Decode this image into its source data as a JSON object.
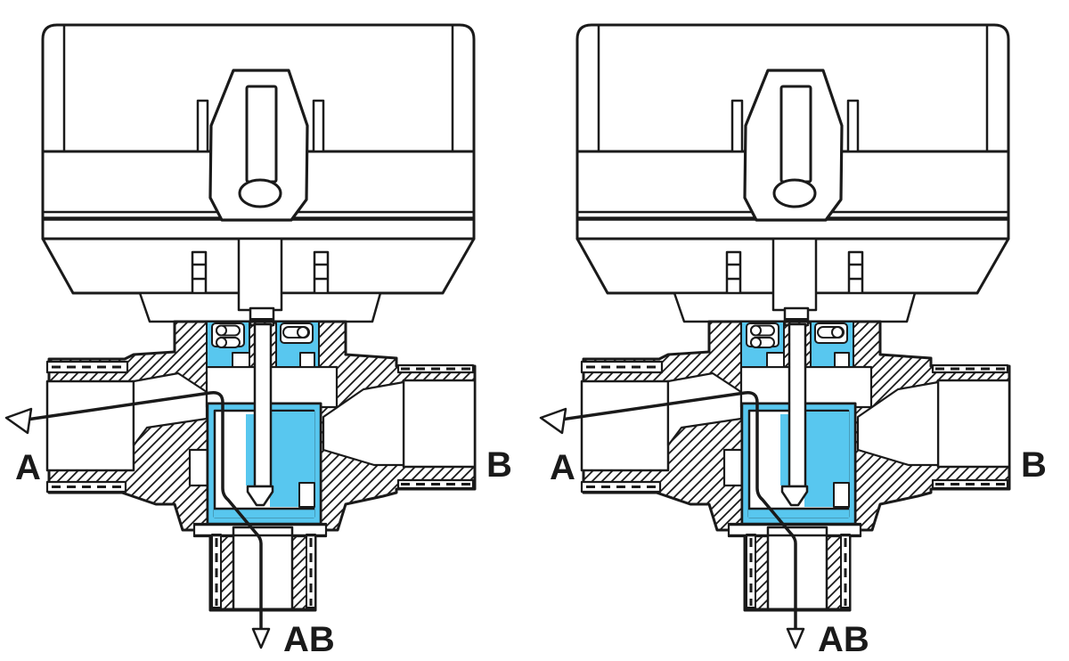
{
  "diagram": {
    "description": "Sectional technical drawing of a motorized three-way zone valve with actuator head, shown as two identical side-by-side views",
    "style": {
      "line_color": "#1a1a1a",
      "highlight_color": "#58c7ef",
      "background": "#ffffff",
      "hatch": "45-degree section hatching"
    },
    "valves": [
      {
        "name": "left-valve",
        "labels": {
          "left_port": "A",
          "right_port": "B",
          "bottom_port": "AB"
        },
        "flow": "Arrows indicate flow path from port A through valve seat out bottom port AB"
      },
      {
        "name": "right-valve",
        "labels": {
          "left_port": "A",
          "right_port": "B",
          "bottom_port": "AB"
        },
        "flow": "Arrows indicate flow path from port A through valve seat out bottom port AB"
      }
    ]
  }
}
